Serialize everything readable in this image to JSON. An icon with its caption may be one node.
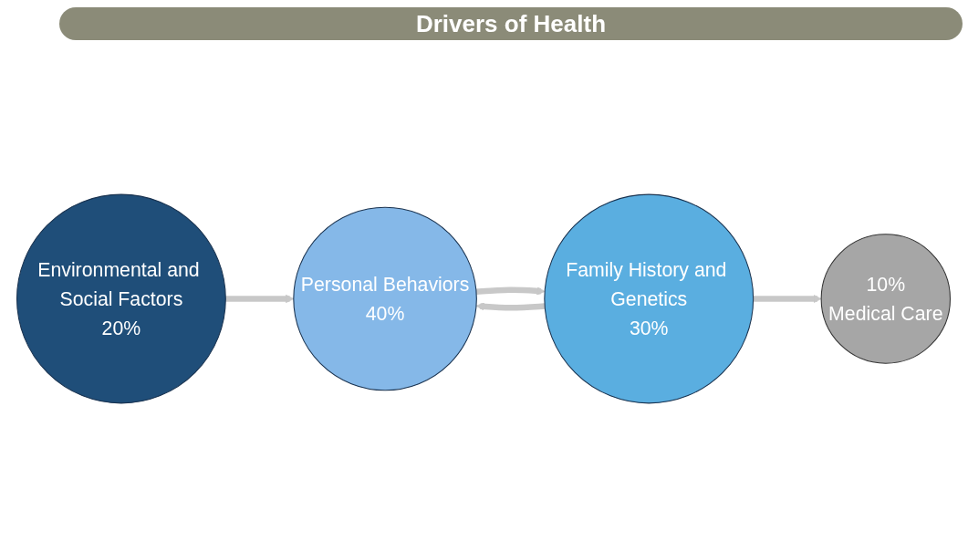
{
  "diagram": {
    "title": "Drivers of Health",
    "nodes": [
      {
        "text": [
          "Environmental and Social Factors",
          "20%"
        ]
      },
      {
        "text": [
          "Personal Behaviors",
          "40%"
        ]
      },
      {
        "text": [
          "Family History and Genetics",
          "30%"
        ]
      },
      {
        "text": [
          "10%",
          "Medical Care"
        ]
      }
    ],
    "edges": [
      {
        "from": 0,
        "to": 1,
        "arrow": "to"
      },
      {
        "from": 1,
        "to": 2,
        "arrow": "to"
      },
      {
        "from": 2,
        "to": 1,
        "arrow": "to"
      },
      {
        "from": 2,
        "to": 3,
        "arrow": "to"
      }
    ]
  }
}
